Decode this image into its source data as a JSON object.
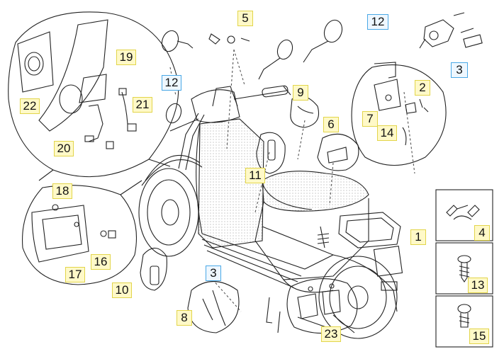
{
  "callouts": {
    "c1": {
      "label": "1",
      "highlight": "yellow"
    },
    "c2": {
      "label": "2",
      "highlight": "yellow"
    },
    "c3a": {
      "label": "3",
      "highlight": "blue"
    },
    "c3b": {
      "label": "3",
      "highlight": "blue"
    },
    "c4": {
      "label": "4",
      "highlight": "yellow"
    },
    "c5": {
      "label": "5",
      "highlight": "yellow"
    },
    "c6": {
      "label": "6",
      "highlight": "yellow"
    },
    "c7": {
      "label": "7",
      "highlight": "yellow"
    },
    "c8": {
      "label": "8",
      "highlight": "yellow"
    },
    "c9": {
      "label": "9",
      "highlight": "yellow"
    },
    "c10": {
      "label": "10",
      "highlight": "yellow"
    },
    "c11": {
      "label": "11",
      "highlight": "yellow"
    },
    "c12a": {
      "label": "12",
      "highlight": "blue"
    },
    "c12b": {
      "label": "12",
      "highlight": "blue"
    },
    "c13": {
      "label": "13",
      "highlight": "yellow"
    },
    "c14": {
      "label": "14",
      "highlight": "yellow"
    },
    "c15": {
      "label": "15",
      "highlight": "yellow"
    },
    "c16": {
      "label": "16",
      "highlight": "yellow"
    },
    "c17": {
      "label": "17",
      "highlight": "yellow"
    },
    "c18": {
      "label": "18",
      "highlight": "yellow"
    },
    "c19": {
      "label": "19",
      "highlight": "yellow"
    },
    "c20": {
      "label": "20",
      "highlight": "yellow"
    },
    "c21": {
      "label": "21",
      "highlight": "yellow"
    },
    "c22": {
      "label": "22",
      "highlight": "yellow"
    },
    "c23": {
      "label": "23",
      "highlight": "yellow"
    }
  },
  "colors": {
    "line": "#222222",
    "yellow_fill": "#fff9c8",
    "blue_fill": "#eef7ff",
    "blue_border": "#49a8e6"
  }
}
